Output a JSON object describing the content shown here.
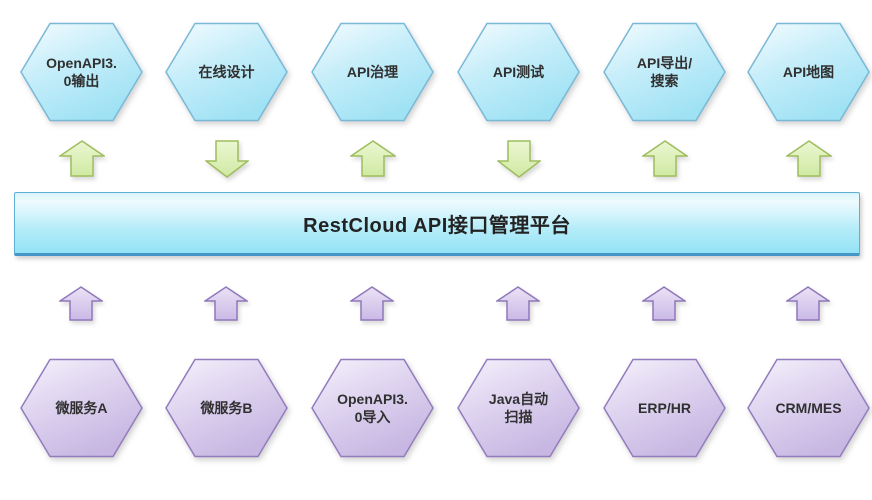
{
  "diagram": {
    "banner": {
      "label": "RestCloud API接口管理平台"
    },
    "top_hexagons": [
      {
        "label": "OpenAPI3.\n0输出",
        "arrow_to_banner": "up"
      },
      {
        "label": "在线设计",
        "arrow_to_banner": "down"
      },
      {
        "label": "API治理",
        "arrow_to_banner": "up"
      },
      {
        "label": "API测试",
        "arrow_to_banner": "down"
      },
      {
        "label": "API导出/\n搜索",
        "arrow_to_banner": "up"
      },
      {
        "label": "API地图",
        "arrow_to_banner": "up"
      }
    ],
    "bottom_hexagons": [
      {
        "label": "微服务A",
        "arrow_to_banner": "up"
      },
      {
        "label": "微服务B",
        "arrow_to_banner": "up"
      },
      {
        "label": "OpenAPI3.\n0导入",
        "arrow_to_banner": "up"
      },
      {
        "label": "Java自动\n扫描",
        "arrow_to_banner": "up"
      },
      {
        "label": "ERP/HR",
        "arrow_to_banner": "up"
      },
      {
        "label": "CRM/MES",
        "arrow_to_banner": "up"
      }
    ],
    "colors": {
      "hex_top_fill_light": "#f5fcfe",
      "hex_top_fill_dark": "#9fe2f4",
      "hex_top_border": "#79b9d7",
      "green_arrow_fill_light": "#ebf7d2",
      "green_arrow_fill_dark": "#cfe9a2",
      "green_arrow_border": "#9fbd5e",
      "banner_fill_light": "#d9f5fb",
      "banner_fill_dark": "#93e3f6",
      "banner_border": "#4496c6",
      "purple_arrow_fill_light": "#eae2f5",
      "purple_arrow_fill_dark": "#cab9e6",
      "purple_arrow_border": "#9078bb",
      "hex_bottom_fill_light": "#f5f2fb",
      "hex_bottom_fill_dark": "#c7b7e2",
      "hex_bottom_border": "#927cbd",
      "label_text": "#303030"
    }
  }
}
